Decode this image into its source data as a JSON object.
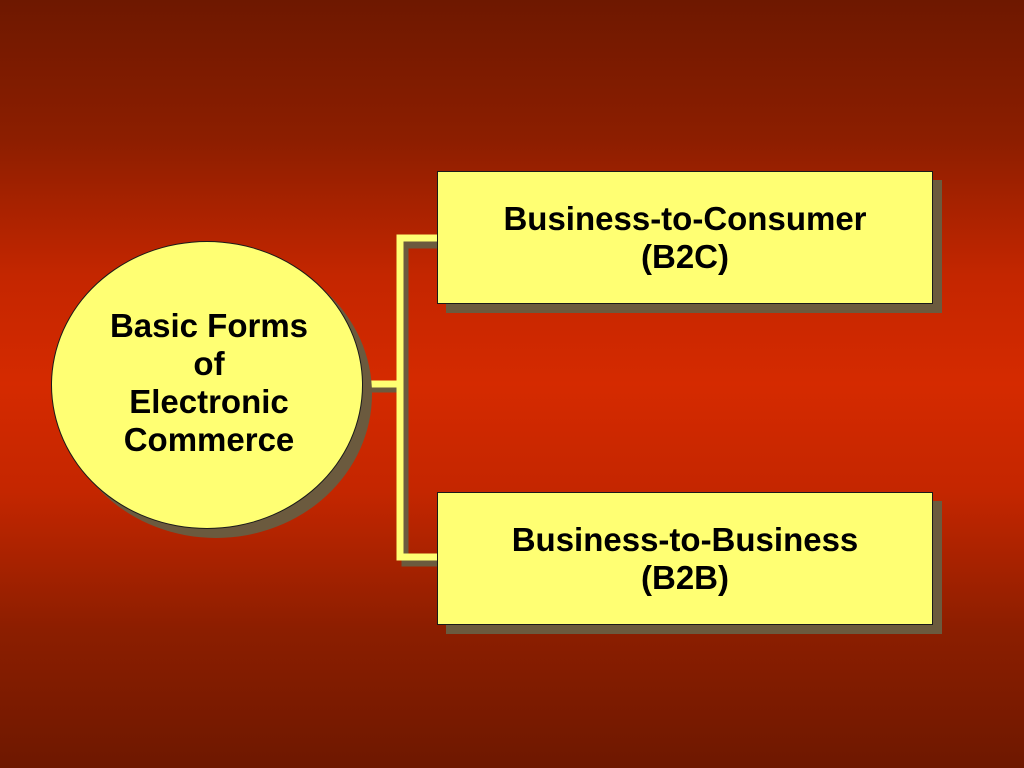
{
  "diagram": {
    "root": {
      "label": "Basic Forms\nof\nElectronic\nCommerce"
    },
    "branches": [
      {
        "title": "Business-to-Consumer",
        "abbr": "(B2C)"
      },
      {
        "title": "Business-to-Business",
        "abbr": "(B2B)"
      }
    ]
  },
  "colors": {
    "background_center": "#d52a00",
    "background_edge": "#6e1800",
    "shape_fill": "#ffff73",
    "shadow": "#6b5a3e",
    "connector": "#ffff73"
  }
}
